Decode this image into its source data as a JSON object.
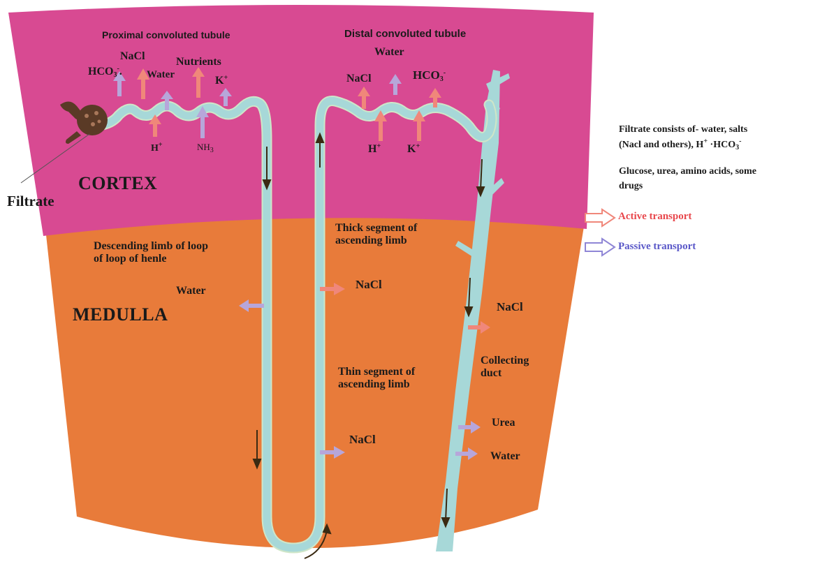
{
  "colors": {
    "cortex": "#d84a92",
    "medulla": "#e87b3a",
    "tubule": "#a7d8d8",
    "tubule_edge": "#cfe6c8",
    "glomerulus": "#5a3a26",
    "active_arrow": "#f0877a",
    "passive_arrow": "#b7a6da",
    "flow_arrow": "#3a2a12"
  },
  "regions": {
    "cortex_label": "CORTEX",
    "medulla_label": "MEDULLA"
  },
  "filtrate_label": "Filtrate",
  "pct": {
    "title": "Proximal convoluted tubule",
    "labels": {
      "hco3": "HCO",
      "hco3_sub": "3",
      "hco3_sup": "-",
      "hco3_tail": ".",
      "nacl": "NaCl",
      "water": "Water",
      "nutrients": "Nutrients",
      "k": "K",
      "k_sup": "+",
      "h": "H",
      "h_sup": "+",
      "nh3": "NH",
      "nh3_sub": "3"
    }
  },
  "dct": {
    "title": "Distal convoluted tubule",
    "labels": {
      "water": "Water",
      "nacl": "NaCl",
      "hco3": "HCO",
      "hco3_sub": "3",
      "hco3_sup": "-",
      "h": "H",
      "h_sup": "+",
      "k": "K",
      "k_sup": "+"
    }
  },
  "descending_limb": {
    "line1": "Descending limb of loop",
    "line2": "of loop of henle",
    "water": "Water"
  },
  "thick_ascending": {
    "line1": "Thick segment of",
    "line2": "ascending limb",
    "nacl": "NaCl"
  },
  "thin_ascending": {
    "line1": "Thin segment of",
    "line2": "ascending limb",
    "nacl": "NaCl"
  },
  "collecting_duct": {
    "line1": "Collecting",
    "line2": "duct",
    "nacl": "NaCl",
    "urea": "Urea",
    "water": "Water"
  },
  "notes": {
    "line1": "Filtrate consists of- water, salts",
    "line2_a": "(Nacl and others), H",
    "line2_sup": "+",
    "line2_b": " ·HCO",
    "line2_sub": "3",
    "line2_sup2": "-",
    "line3": "Glucose, urea, amino acids, some",
    "line4": "drugs"
  },
  "legend": {
    "active": "Active transport",
    "passive": "Passive transport"
  }
}
